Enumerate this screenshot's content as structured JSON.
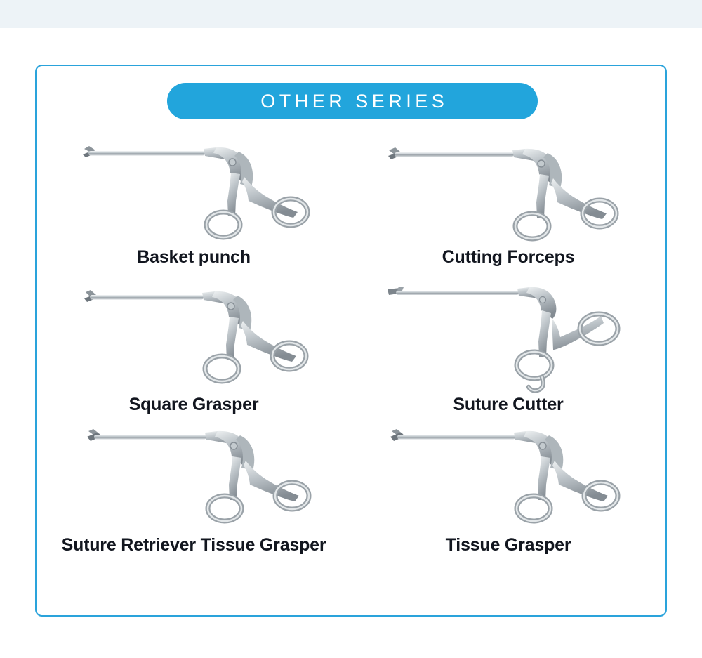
{
  "page": {
    "background_color": "#ffffff",
    "top_band_color": "#edf3f7"
  },
  "card": {
    "border_color": "#2aa3db",
    "background_color": "#ffffff"
  },
  "section": {
    "title": "OTHER SERIES",
    "pill_color": "#22a5dc",
    "title_color": "#ffffff"
  },
  "products": [
    {
      "name": "Basket punch",
      "icon": "basket-punch-forceps-icon",
      "variant": "straight-tip",
      "hook": false
    },
    {
      "name": "Cutting Forceps",
      "icon": "cutting-forceps-icon",
      "variant": "straight-tip",
      "hook": false
    },
    {
      "name": "Square Grasper",
      "icon": "square-grasper-icon",
      "variant": "straight-tip",
      "hook": false
    },
    {
      "name": "Suture Cutter",
      "icon": "suture-cutter-icon",
      "variant": "blade-tip",
      "hook": true
    },
    {
      "name": "Suture Retriever Tissue Grasper",
      "icon": "suture-retriever-tissue-grasper-icon",
      "variant": "claw-tip",
      "hook": false
    },
    {
      "name": "Tissue Grasper",
      "icon": "tissue-grasper-icon",
      "variant": "claw-tip",
      "hook": false
    }
  ],
  "colors": {
    "label_text": "#12161f",
    "metal_light": "#e9ecee",
    "metal_mid": "#b8bfc4",
    "metal_dark": "#7e868d",
    "metal_shadow": "#5d656c"
  }
}
